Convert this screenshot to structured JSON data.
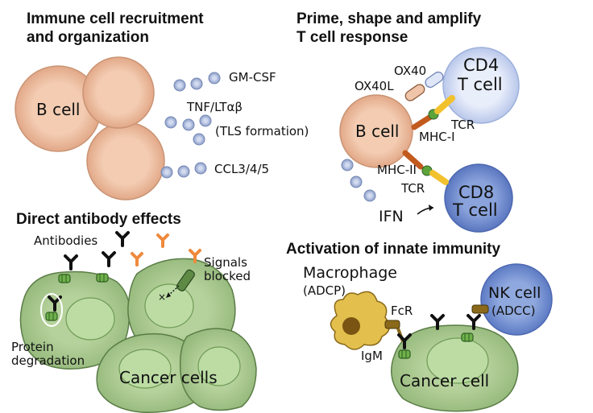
{
  "sections": {
    "recruitment": {
      "title_line1": "Immune cell recruitment",
      "title_line2": "and organization",
      "b_cell": "B cell",
      "gm_csf": "GM-CSF",
      "tnf": "TNF/LTαβ",
      "tls": "(TLS formation)",
      "ccl": "CCL3/4/5"
    },
    "prime": {
      "title_line1": "Prime, shape and amplify",
      "title_line2": "T cell response",
      "cd4_line1": "CD4",
      "cd4_line2": "T cell",
      "cd8_line1": "CD8",
      "cd8_line2": "T cell",
      "b_cell": "B cell",
      "ox40": "OX40",
      "ox40l": "OX40L",
      "tcr_top": "TCR",
      "mhc1": "MHC-I",
      "mhc2": "MHC-II",
      "tcr_bottom": "TCR",
      "ifn": "IFN"
    },
    "antibody": {
      "title": "Direct antibody effects",
      "antibodies": "Antibodies",
      "signals_line1": "Signals",
      "signals_line2": "blocked",
      "protein_line1": "Protein",
      "protein_line2": "degradation",
      "cancer_cells": "Cancer cells"
    },
    "innate": {
      "title": "Activation of innate immunity",
      "macrophage": "Macrophage",
      "adcp": "(ADCP)",
      "fcr": "FcR",
      "igm": "IgM",
      "nk_line1": "NK cell",
      "nk_line2": "(ADCC)",
      "cancer_cell": "Cancer cell"
    }
  },
  "colors": {
    "b_cell": "#f0c4a8",
    "b_cell_edge": "#c99474",
    "cd4": "#dfe6f7",
    "cd8": "#7c97d6",
    "nk": "#7f9bd8",
    "cancer": "#a9c98e",
    "cancer_edge": "#5a7d46",
    "nucleus": "#bcdca4",
    "macrophage": "#e3bf4e",
    "chemokine": "#b9c6e6",
    "antibody_black": "#111111",
    "antibody_orange": "#ef8a3c",
    "tcr": "#f2c12e",
    "mhc": "#c25a1e",
    "receptor_green": "#5ca33c"
  }
}
